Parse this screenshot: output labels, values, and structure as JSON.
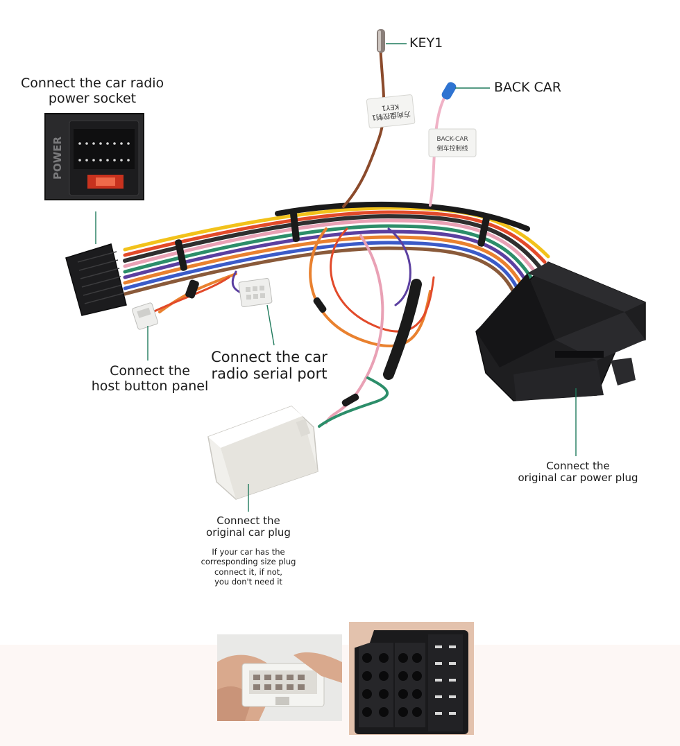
{
  "labels": {
    "key1": "KEY1",
    "back_car": "BACK CAR",
    "power_socket_line1": "Connect the car radio",
    "power_socket_line2": "power socket",
    "host_button_line1": "Connect the",
    "host_button_line2": "host button panel",
    "serial_port_line1": "Connect the car",
    "serial_port_line2": "radio  serial port",
    "car_power_line1": "Connect the",
    "car_power_line2": "original car power plug",
    "car_plug_line1": "Connect the",
    "car_plug_line2": "original car plug",
    "car_plug_note_line1": "If your car has the",
    "car_plug_note_line2": "corresponding size plug",
    "car_plug_note_line3": "connect it, if not,",
    "car_plug_note_line4": "you don't need it"
  },
  "photo_text": {
    "power_label": "POWER",
    "key1_tag_line1": "KEY1",
    "key1_tag_line2": "方向盘控制1",
    "back_car_tag_line1": "BACK-CAR",
    "back_car_tag_line2": "倒车控制线"
  },
  "colors": {
    "leader_line": "#1f7a5c",
    "background_band": "#fdf7f5",
    "connector_black": "#1c1c1e",
    "connector_white": "#f1f0ec"
  }
}
